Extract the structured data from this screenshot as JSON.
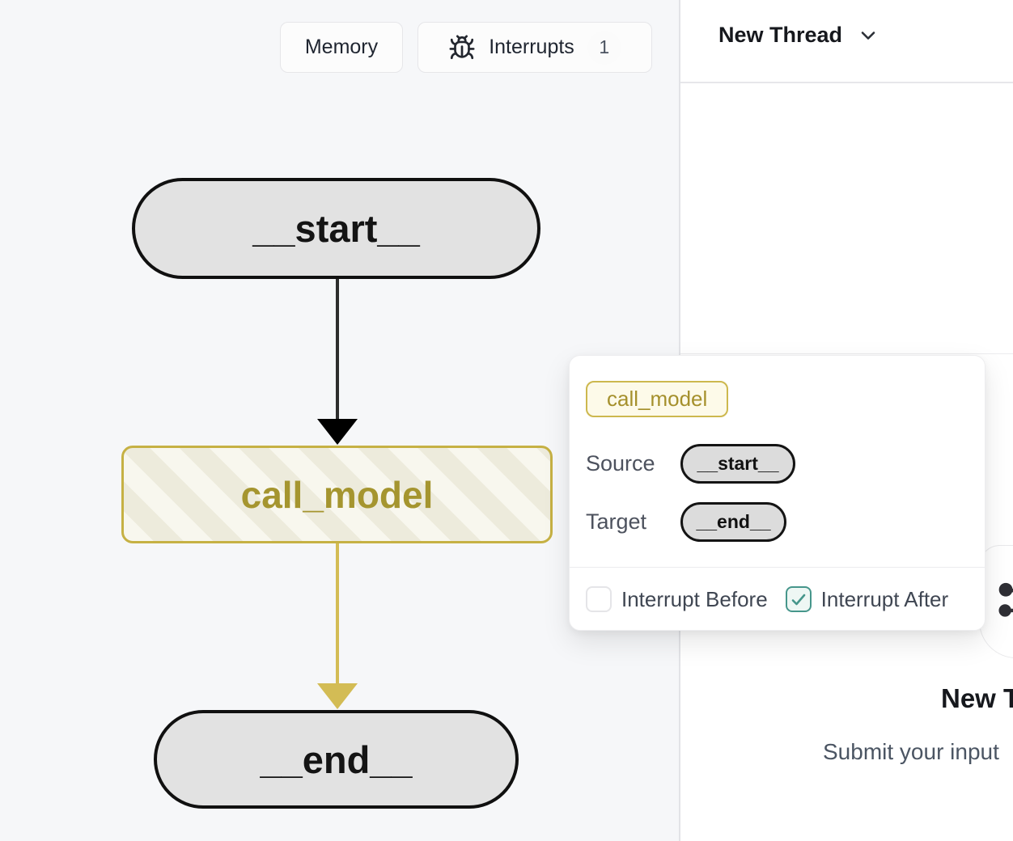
{
  "toolbar": {
    "memory_label": "Memory",
    "interrupts_label": "Interrupts",
    "interrupts_count": "1"
  },
  "graph": {
    "nodes": {
      "start": "__start__",
      "call_model": "call_model",
      "end": "__end__"
    }
  },
  "popover": {
    "node_badge": "call_model",
    "source_label": "Source",
    "source_value": "__start__",
    "target_label": "Target",
    "target_value": "__end__",
    "interrupt_before_label": "Interrupt Before",
    "interrupt_before_checked": false,
    "interrupt_after_label": "Interrupt After",
    "interrupt_after_checked": true
  },
  "thread_panel": {
    "header_title": "New Thread",
    "empty_title": "New Thread",
    "empty_subtitle": "Submit your input"
  },
  "colors": {
    "accent_gold_border": "#c6b144",
    "accent_gold_text": "#a5952f",
    "edge_gold": "#d3bc55",
    "teal_checkbox": "#46968b",
    "node_fill": "#e2e2e2",
    "canvas_bg": "#f6f7f9"
  }
}
